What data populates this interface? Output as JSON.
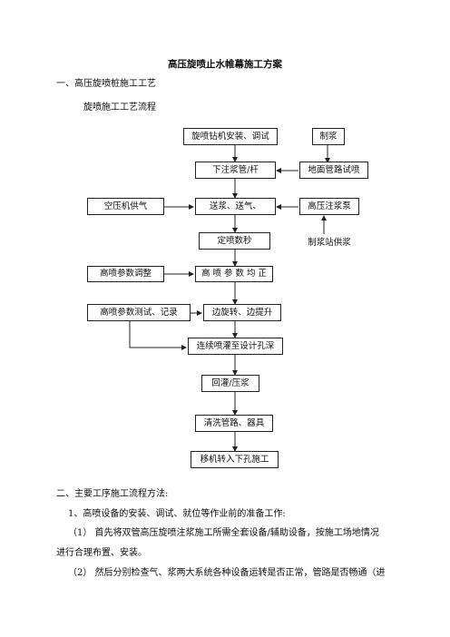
{
  "doc": {
    "title": "高压旋喷止水帷幕施工方案",
    "section1": "一、高压旋喷桩施工工艺",
    "subtitle": "旋喷施工工艺流程",
    "flow": {
      "b1": "旋喷钻机安装、调试",
      "b2": "制浆",
      "b3": "下注浆管/杆",
      "b4": "地面管路试喷",
      "b5": "空压机供气",
      "b6": "送浆、送气、",
      "b7": "高压注浆泵",
      "b8": "定喷数秒",
      "b9": "制浆站供浆",
      "b10": "高喷参数调整",
      "b11": "高 喷 参 数 均 正",
      "b12": "高喷参数测试、记录",
      "b13": "边旋转、边提升",
      "b14": "连续喷灌至设计孔深",
      "b15": "回灌/压浆",
      "b16": "清洗管路、器具",
      "b17": "移机转入下孔施工"
    },
    "section2": "二、主要工序施工流程方法:",
    "item1": "1、高喷设备的安装、调试、就位等作业前的准备工作:",
    "p1_line1": "（1）  首先将双管高压旋喷注浆施工所需全套设备/辅助设备，按施工场地情况",
    "p1_line2": "进行合理布置、安装。",
    "p2_line1": "（2）  然后分别检查气、浆两大系统各种设备运转是否正常，管路是否畅通（进"
  }
}
